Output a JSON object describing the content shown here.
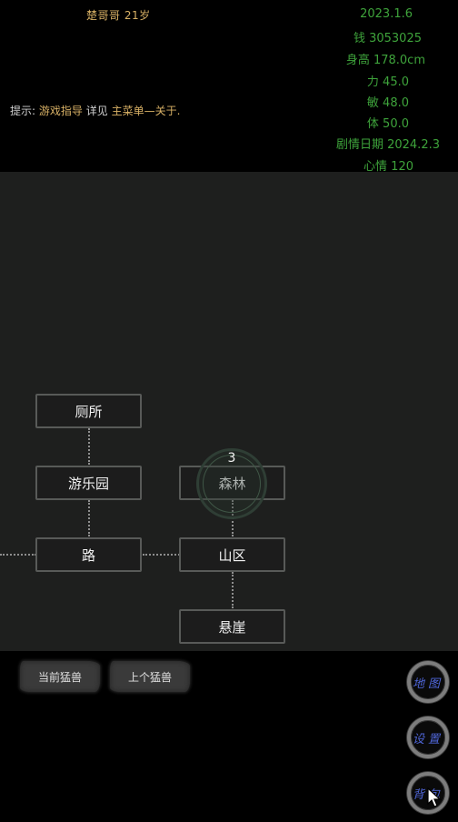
{
  "player": {
    "name_age": "楚哥哥  21岁"
  },
  "hint": {
    "prefix": "提示:",
    "guide": "游戏指导",
    "mid": "详见",
    "menu": "主菜单—关于."
  },
  "stats": {
    "date": "2023.1.6",
    "money": "钱 3053025",
    "height": "身高 178.0cm",
    "strength": "力 45.0",
    "agility": "敏 48.0",
    "stamina": "体 50.0",
    "story_date": "剧情日期 2024.2.3",
    "mood": "心情 120"
  },
  "map": {
    "nodes": {
      "toilet": "厕所",
      "amusement_park": "游乐园",
      "forest": "森林",
      "road": "路",
      "mountain": "山区",
      "cliff": "悬崖"
    },
    "beast_count": "3"
  },
  "buttons": {
    "current_beast": "当前猛兽",
    "previous_beast": "上个猛兽",
    "map": "地图",
    "settings": "设置",
    "backpack": "背包"
  },
  "colors": {
    "stat_green": "#3ea33b",
    "gold": "#d7b065",
    "button_text_blue": "#4f66d8"
  },
  "icons": {
    "cursor": "mouse-pointer-icon"
  }
}
